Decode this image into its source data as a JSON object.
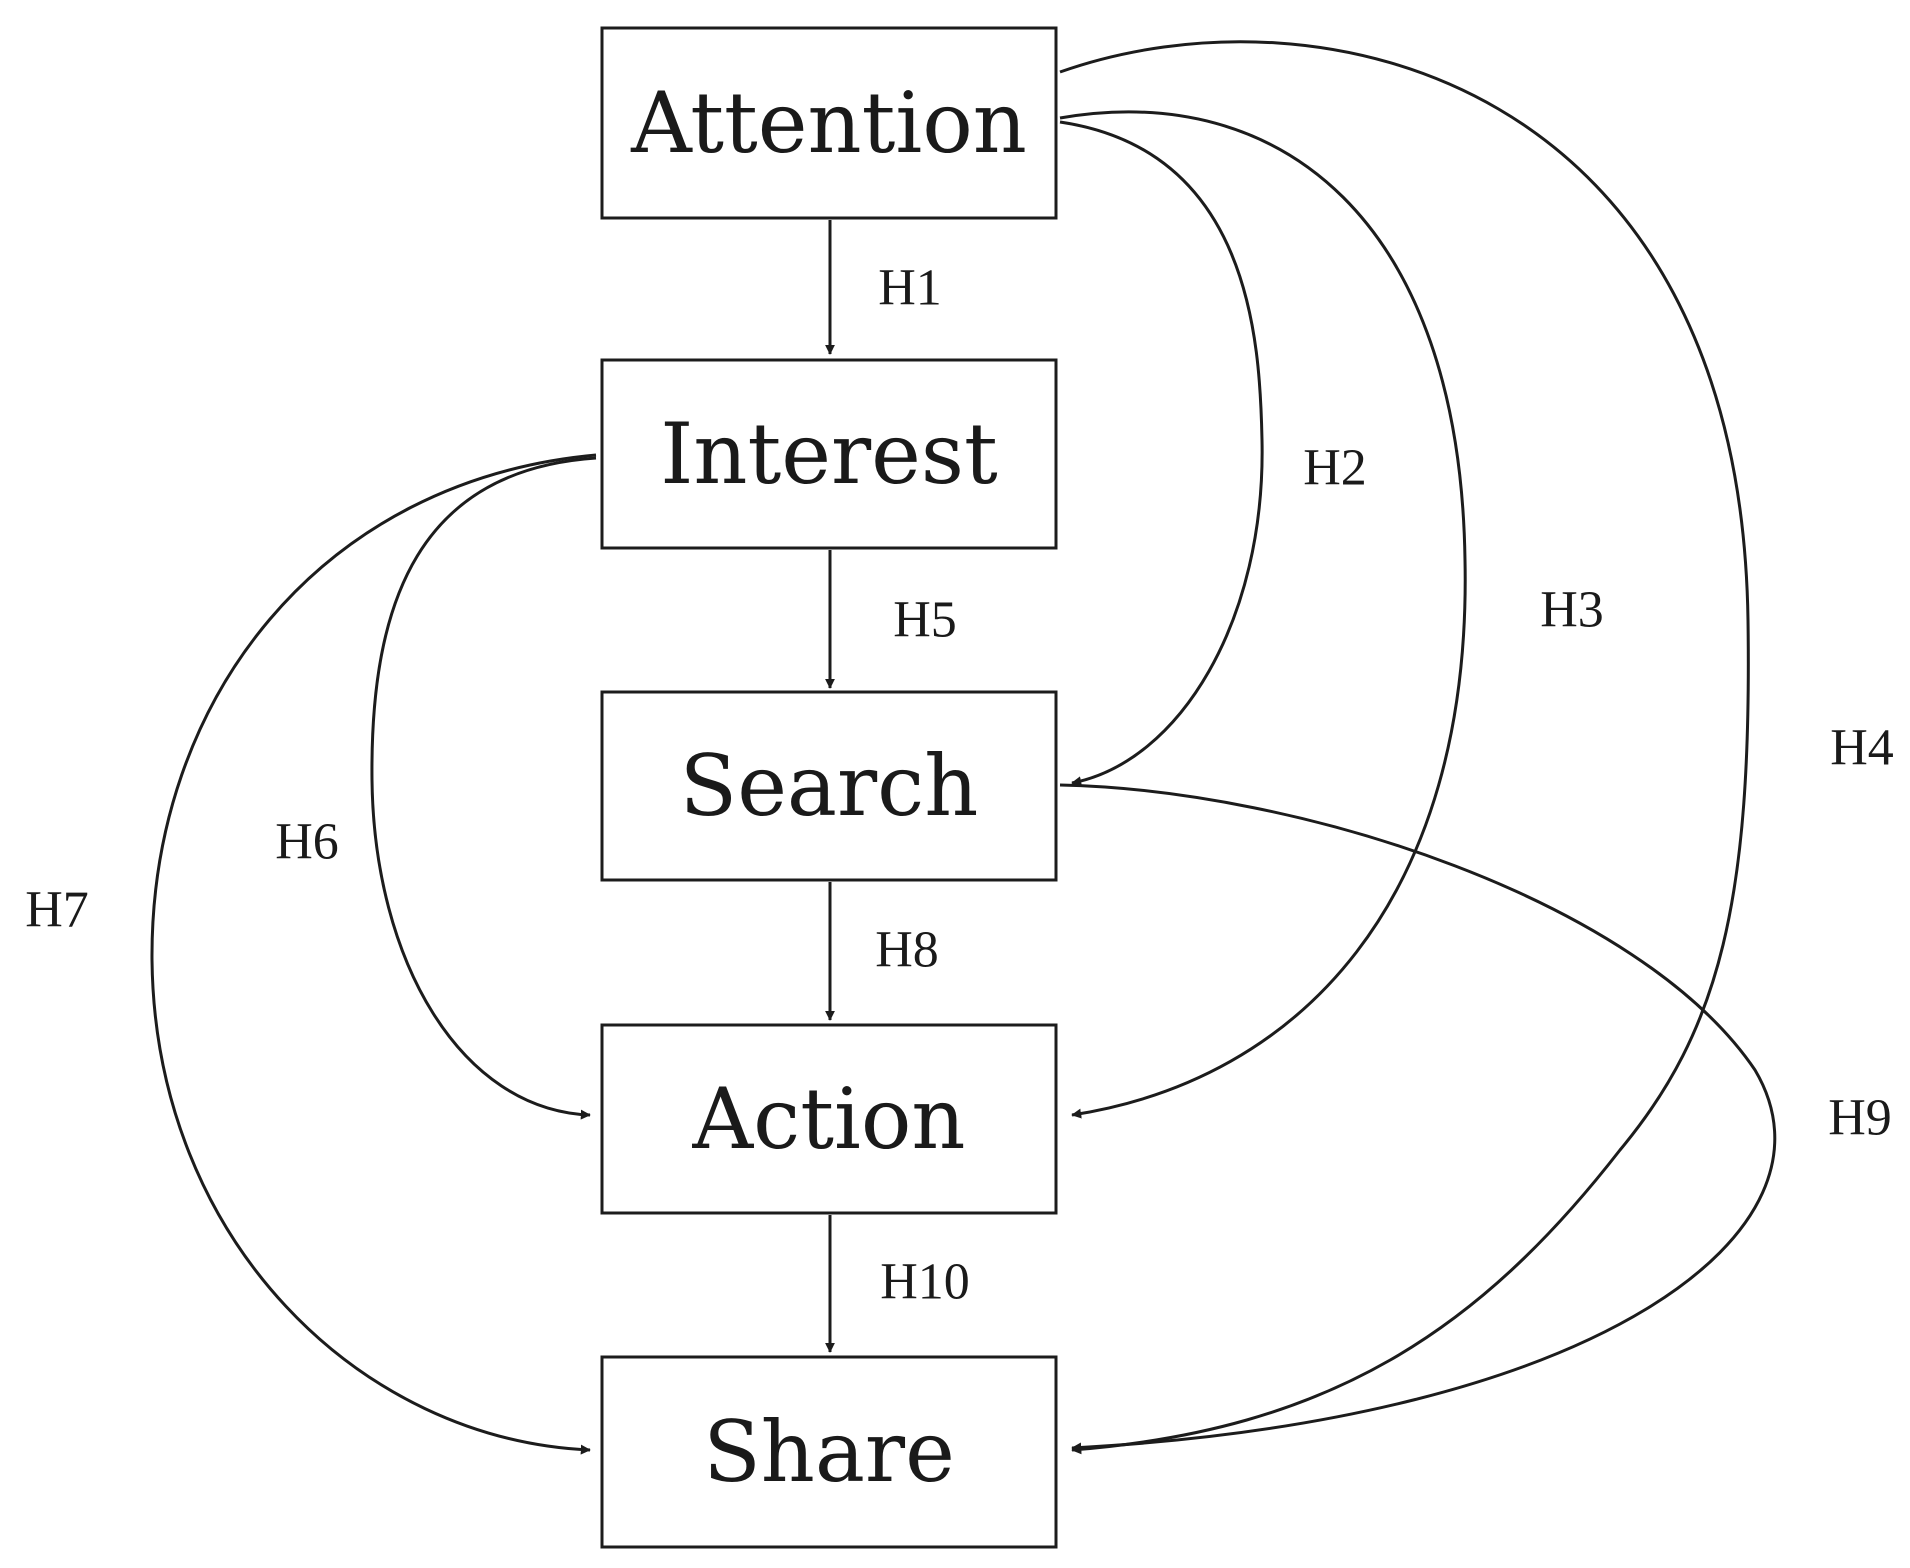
{
  "stages": [
    {
      "id": "attention",
      "label": "Attention"
    },
    {
      "id": "interest",
      "label": "Interest"
    },
    {
      "id": "search",
      "label": "Search"
    },
    {
      "id": "action",
      "label": "Action"
    },
    {
      "id": "share",
      "label": "Share"
    }
  ],
  "hypotheses": [
    {
      "id": "h1",
      "label": "H1",
      "from": "Attention",
      "to": "Interest"
    },
    {
      "id": "h2",
      "label": "H2",
      "from": "Attention",
      "to": "Search"
    },
    {
      "id": "h3",
      "label": "H3",
      "from": "Attention",
      "to": "Action"
    },
    {
      "id": "h4",
      "label": "H4",
      "from": "Attention",
      "to": "Share"
    },
    {
      "id": "h5",
      "label": "H5",
      "from": "Interest",
      "to": "Search"
    },
    {
      "id": "h6",
      "label": "H6",
      "from": "Interest",
      "to": "Action"
    },
    {
      "id": "h7",
      "label": "H7",
      "from": "Interest",
      "to": "Share"
    },
    {
      "id": "h8",
      "label": "H8",
      "from": "Search",
      "to": "Action"
    },
    {
      "id": "h9",
      "label": "H9",
      "from": "Search",
      "to": "Share"
    },
    {
      "id": "h10",
      "label": "H10",
      "from": "Action",
      "to": "Share"
    }
  ]
}
